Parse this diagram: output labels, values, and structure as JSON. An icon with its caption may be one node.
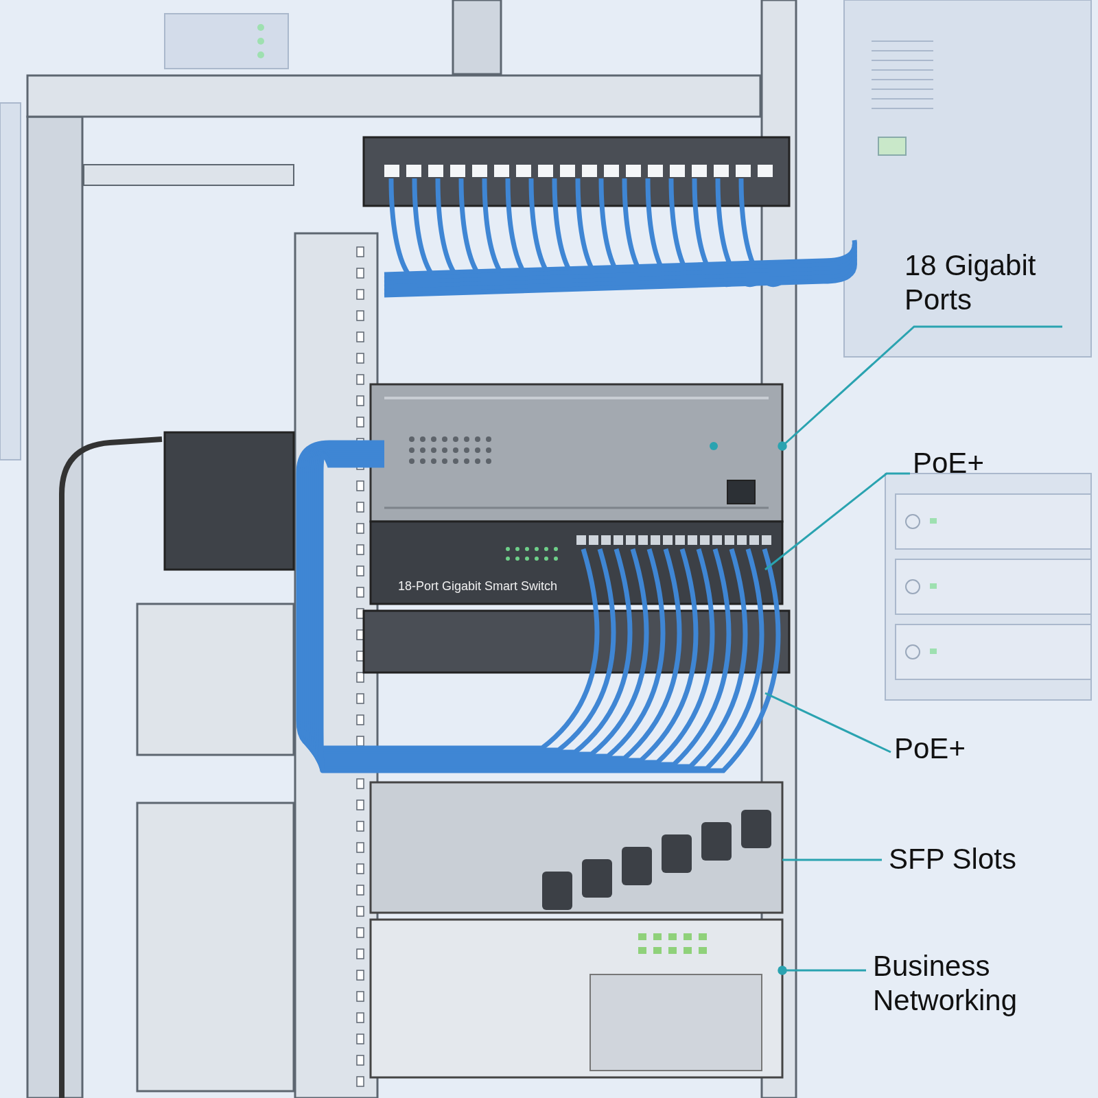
{
  "diagram": {
    "nodes": [
      {
        "text": [
          "18 Gigabit Ports"
        ]
      },
      {
        "text": [
          "PoE+"
        ]
      },
      {
        "text": [
          "PoE+"
        ]
      },
      {
        "text": [
          "SFP Slots"
        ]
      },
      {
        "text": [
          "Business Networking"
        ]
      },
      {
        "text": [],
        "shape": "picture"
      },
      {
        "text": [],
        "shape": "picture"
      },
      {
        "text": [],
        "shape": "picture"
      },
      {
        "text": [],
        "shape": "picture"
      }
    ],
    "edges": [
      {
        "from": 0,
        "to": 5,
        "arrow": "other"
      },
      {
        "from": 1,
        "to": 6,
        "arrow": "none"
      },
      {
        "from": 2,
        "to": 6,
        "arrow": "none"
      },
      {
        "from": 3,
        "to": 7,
        "arrow": "none"
      },
      {
        "from": 4,
        "to": 8,
        "arrow": "other"
      }
    ],
    "labels": [
      "18-Port Gigabit Smart Switch"
    ]
  }
}
